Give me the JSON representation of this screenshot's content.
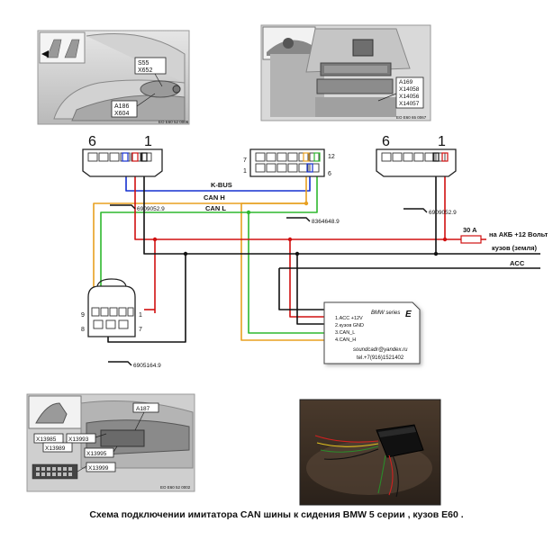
{
  "photo_seat": {
    "labels": [
      "S55",
      "X652",
      "A186",
      "X604"
    ],
    "ref": "EO E60 52 0006"
  },
  "photo_dash": {
    "labels": [
      "A169",
      "X14058",
      "X14056",
      "X14057"
    ],
    "ref": "EO E60 65 0067"
  },
  "photo_connector": {
    "labels": [
      "A187",
      "X13985",
      "X13993",
      "X13989",
      "X13995",
      "X13999"
    ],
    "ref": "EO E60 52 0002"
  },
  "connectors": {
    "left_top": {
      "pin_left": "6",
      "pin_right": "1"
    },
    "middle": {
      "pin_top_left": "7",
      "pin_bottom_left": "1",
      "pin_top_right": "12",
      "pin_bottom_right": "6"
    },
    "right_top": {
      "pin_left": "6",
      "pin_right": "1"
    },
    "bottom": {
      "pin_top_left": "9",
      "pin_bottom_left": "8",
      "pin_top_right": "1",
      "pin_bottom_right": "7"
    }
  },
  "wires": {
    "kbus": "K-BUS",
    "canh": "CAN H",
    "canl": "CAN L",
    "fuse": "30 A",
    "battery": "на АКБ +12 Вольт",
    "ground": "кузов (земля)",
    "acc": "ACC"
  },
  "part_numbers": {
    "left": "6909052.9",
    "middle": "8364648.9",
    "right": "6909052.9",
    "bottom": "6905164.9"
  },
  "module": {
    "title": "BMW series",
    "series_letter": "E",
    "pins": [
      "1.ACC   +12V",
      "2.кузов GND",
      "3.CAN_L",
      "4.CAN_H"
    ],
    "email": "soundcadr@yandex.ru",
    "phone": "tel.+7(916)1521402"
  },
  "caption": "Схема подключении имитатора CAN шины  к сидения BMW  5 серии , кузов E60 ."
}
